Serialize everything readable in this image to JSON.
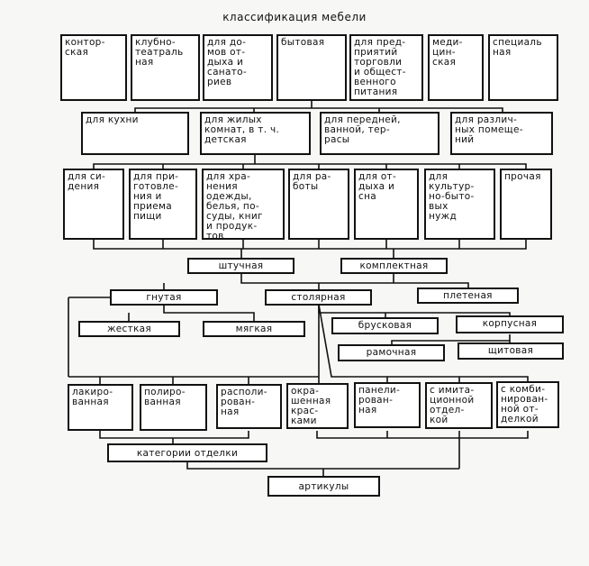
{
  "title": "классификация мебели",
  "purpose": [
    "контор-\nская",
    "клубно-\nтеатраль\nная",
    "для до-\nмов от-\nдыха и\nсанато-\nриев",
    "бытовая",
    "для пред-\nприятий\nторговли\nи общест-\nвенного\nпитания",
    "меди-\nцин-\nская",
    "специаль\nная"
  ],
  "rooms": [
    "для кухни",
    "для жилых\nкомнат, в т. ч.\nдетская",
    "для передней,\nванной, тер-\nрасы",
    "для различ-\nных помеще-\nний"
  ],
  "function": [
    "для си-\nдения",
    "для при-\nготовле-\nния и\nприема\nпищи",
    "для хра-\nнения\nодежды,\nбелья, по-\nсуды, книг\nи продук-\nтов",
    "для ра-\nботы",
    "для от-\nдыха и\nсна",
    "для\nкультур-\nно-быто-\nвых\nнужд",
    "прочая"
  ],
  "completeness": [
    "штучная",
    "комплектная"
  ],
  "material": [
    "гнутая",
    "столярная",
    "плетеная"
  ],
  "bent": [
    "жесткая",
    "мягкая"
  ],
  "joinery": [
    "брусковая",
    "корпусная"
  ],
  "case": [
    "рамочная",
    "щитовая"
  ],
  "finish": [
    "лакиро-\nванная",
    "полиро-\nванная",
    "располи-\nрован-\nная",
    "окра-\nшенная\nкрас-\nками",
    "панели-\nрован-\nная",
    "с имита-\nционной\nотдел-\nкой",
    "с комби-\nнирован-\nной от-\nделкой"
  ],
  "finish_categories": "категории отделки",
  "articles": "артикулы"
}
